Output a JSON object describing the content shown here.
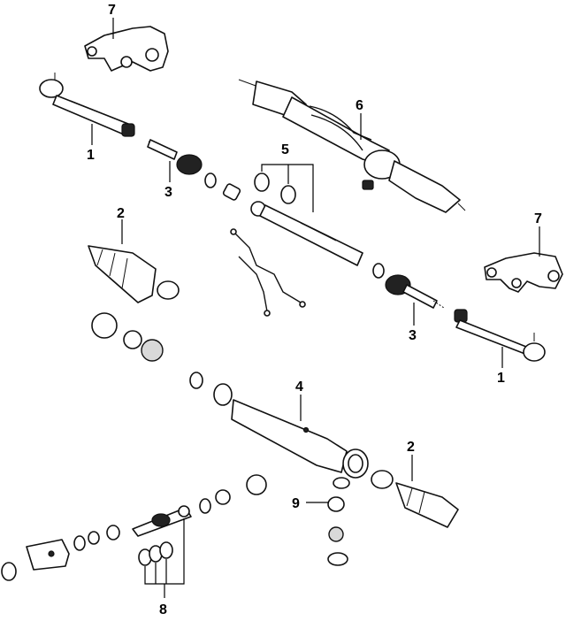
{
  "callouts": {
    "c1a": "1",
    "c1b": "1",
    "c2a": "2",
    "c2b": "2",
    "c3a": "3",
    "c3b": "3",
    "c4": "4",
    "c5": "5",
    "c6": "6",
    "c7a": "7",
    "c7b": "7",
    "c8": "8",
    "c9": "9"
  }
}
